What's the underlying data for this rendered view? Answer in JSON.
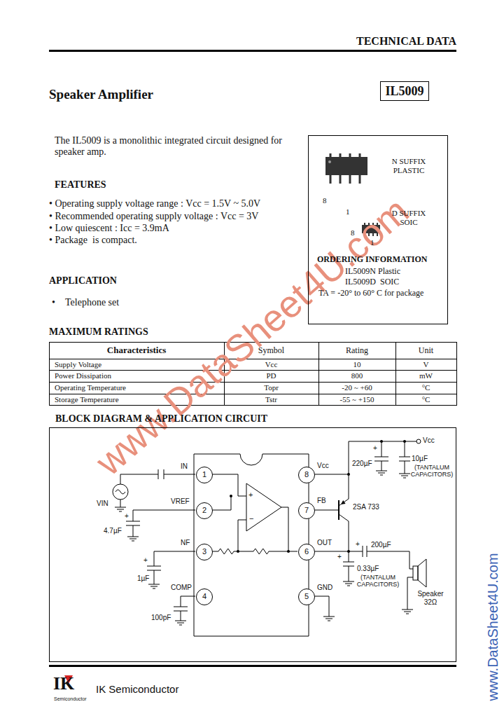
{
  "diagram": {
    "nodes": [
      {
        "text": [
          "IL5009"
        ]
      },
      {
        "text": [
          "N SUFFIX PLASTIC",
          "8",
          "1",
          "D SUFFIX SOIC",
          "8",
          "1",
          "ORDERING INFORMATION",
          "IL5009N Plastic",
          "IL5009D  SOIC",
          "TA = -20° to 60° C for package"
        ]
      },
      {
        "text": [
          "BLOCK DIAGRAM & APPLICATION CIRCUIT"
        ]
      },
      {
        "text": [
          "1"
        ],
        "in": 2
      },
      {
        "text": [
          "2"
        ],
        "in": 2
      },
      {
        "text": [
          "3"
        ],
        "in": 2
      },
      {
        "text": [
          "4"
        ],
        "in": 2
      },
      {
        "text": [
          "5"
        ],
        "in": 2
      },
      {
        "text": [
          "6"
        ],
        "in": 2
      },
      {
        "text": [
          "7"
        ],
        "in": 2
      },
      {
        "text": [
          "8"
        ],
        "in": 2
      }
    ],
    "labels": [
      "TECHNICAL DATA",
      "Speaker Amplifier",
      "The IL5009 is a monolithic integrated circuit designed for speaker amp.",
      "FEATURES",
      "• Operating supply voltage range : Vcc = 1.5V ~ 5.0V",
      "• Recommended operating supply voltage : Vcc = 3V",
      "• Low quiescent : Icc = 3.9mA",
      "• Package  is compact.",
      "APPLICATION",
      "•",
      "Telephone set",
      "MAXIMUM RATINGS",
      "Characteristics",
      "Symbol",
      "Rating",
      "Unit",
      "Supply Voltage",
      "Vcc",
      "10",
      "V",
      "Power Dissipation",
      "PD",
      "800",
      "mW",
      "Operating Temperature",
      "Topr",
      "-20 ~ +60",
      "°C",
      "Storage Temperature",
      "Tstr",
      "-55 ~ +150",
      "°C",
      "IN",
      "VREF",
      "NF",
      "COMP",
      "Vcc",
      "FB",
      "OUT",
      "GND",
      "VIN",
      "4.7µF",
      "1µF",
      "100pF",
      "Vcc",
      "220µF",
      "10µF",
      "(TANTALUM CAPACITORS)",
      "2SA 733",
      "200µF",
      "0.33µF",
      "(TANTALUM CAPACITORS)",
      "Speaker 32Ω",
      "+",
      "+",
      "+",
      "+",
      "+",
      "+",
      "−",
      "IK",
      "Semiconductor",
      "IK Semiconductor",
      "www.DataSheet4U.com",
      "www.DataSheet4U.com"
    ]
  }
}
